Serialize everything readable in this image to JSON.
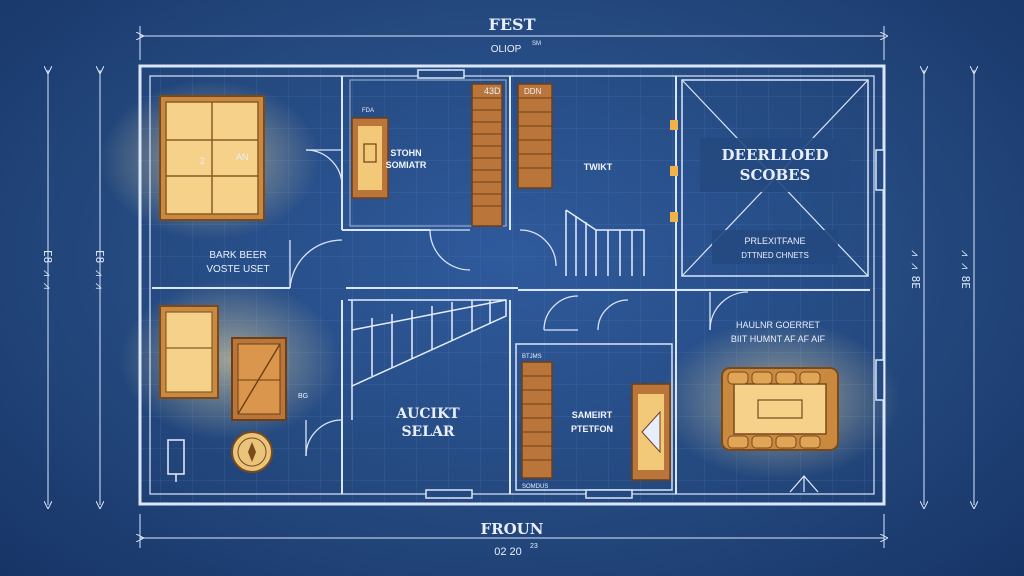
{
  "colors": {
    "background": "#24497f",
    "wall": "#d9e6fb",
    "grid": "#4f78b6",
    "furniture": "#f2c879",
    "wood": "#b9753a"
  },
  "title": {
    "main": "FEST",
    "sub": "OLIOP",
    "sub_sup": "SM"
  },
  "footer": {
    "main": "FROUN",
    "sub": "02 20",
    "sub_sup": "23"
  },
  "side_left": {
    "col1": "E8 ⩘ ⩘",
    "col2": "E8 ⩘ ⩘"
  },
  "side_right": {
    "col1": "⩘ ⩘ 8E",
    "col2": "⩘ ⩘ 8E"
  },
  "rooms": {
    "bark": {
      "line1": "BARK BEER",
      "line2": "VOSTE USET",
      "bed_mark": "2",
      "bed_mark2": "AN"
    },
    "storn": {
      "line1": "STOHN",
      "line2": "SOMIATR",
      "tag": "FDA"
    },
    "stair_tag": {
      "label": "43D"
    },
    "twikt": {
      "line1": "TWIKT",
      "tag": "DDN"
    },
    "deerllod": {
      "line1": "DEERLLOED",
      "line2": "SCOBES",
      "line3": "PRLEXITFANE",
      "line4": "DTTNED CHNETS"
    },
    "auckt": {
      "line1": "AUCIKT",
      "line2": "SELAR",
      "side_mark": "BG"
    },
    "sameirt": {
      "line1": "SAMEIRT",
      "line2": "PTETFON",
      "tag": "BTJMS",
      "shelf_tag": "SOMDUS"
    },
    "haulnr": {
      "line1": "HAULNR GOERRET",
      "line2": "BIIT HUMNT AF AF AIF"
    }
  },
  "icons": [
    "compass-seal-icon",
    "toilet-icon",
    "sink-icon",
    "bed-icon",
    "dining-table-icon",
    "stair-icon"
  ]
}
